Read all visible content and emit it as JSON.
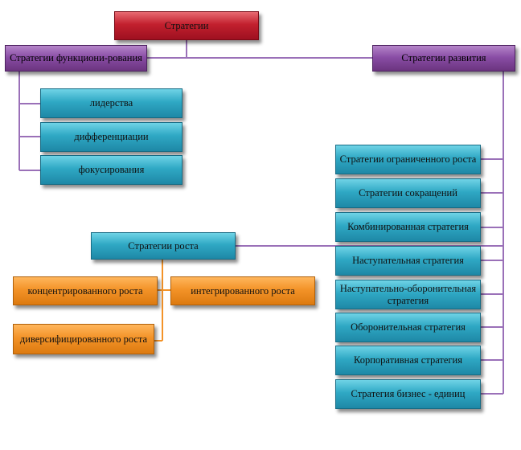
{
  "root": {
    "label": "Стратегии"
  },
  "functioning": {
    "label": "Стратегии функциони-рования",
    "children": [
      "лидерства",
      "дифференциации",
      "фокусирования"
    ]
  },
  "development": {
    "label": "Стратегии развития",
    "children": [
      "Стратегии ограниченного роста",
      "Стратегии сокращений",
      "Комбинированная стратегия",
      "Наступательная  стратегия",
      "Наступательно-оборонительная стратегия",
      "Оборонительная стратегия",
      "Корпоративная стратегия",
      "Стратегия бизнес - единиц"
    ]
  },
  "growth": {
    "label": "Стратегии роста",
    "children": [
      "концентрированного роста",
      "интегрированного роста",
      "диверсифицированного роста"
    ]
  },
  "colors": {
    "root": "#c2202e",
    "functioning": "#8a4ea6",
    "development": "#8a4ea6",
    "children": "#2fa8c4",
    "growth_children": "#f39328",
    "connector": "#8a5aa8"
  }
}
